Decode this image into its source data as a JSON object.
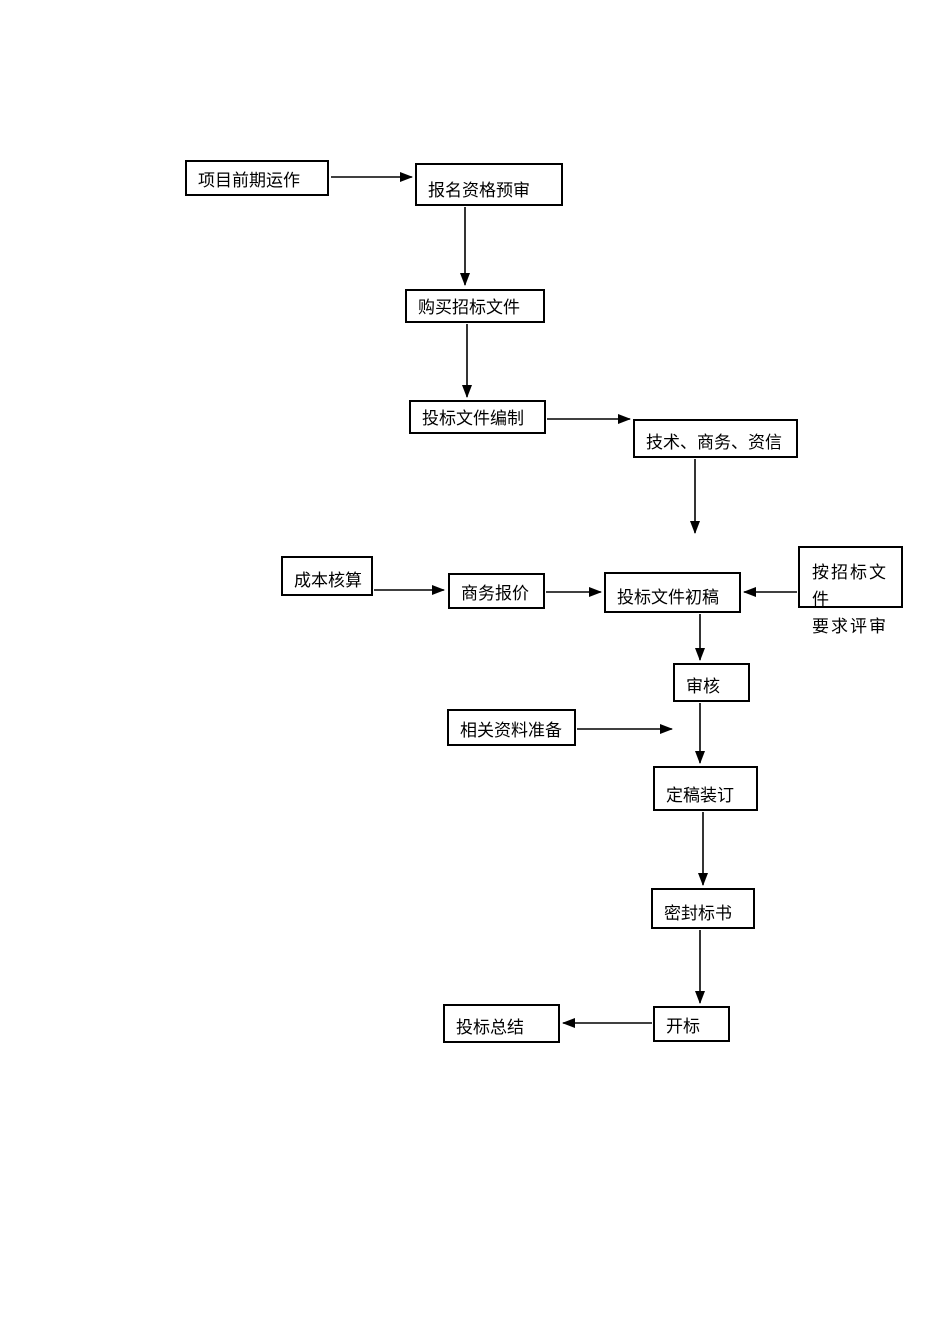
{
  "diagram": {
    "type": "flowchart",
    "background_color": "#ffffff",
    "line_color": "#000000",
    "nodes": [
      {
        "id": "project-preparation",
        "label": "项目前期运作"
      },
      {
        "id": "registration-prequalification",
        "label": "报名资格预审"
      },
      {
        "id": "purchase-tender-documents",
        "label": "购买招标文件"
      },
      {
        "id": "bid-document-preparation",
        "label": "投标文件编制"
      },
      {
        "id": "technical-commercial-credit",
        "label": "技术、商务、资信"
      },
      {
        "id": "cost-accounting",
        "label": "成本核算"
      },
      {
        "id": "commercial-quotation",
        "label": "商务报价"
      },
      {
        "id": "bid-document-draft",
        "label": "投标文件初稿"
      },
      {
        "id": "review-per-tender-requirements",
        "label": "按招标文件\n要求评审"
      },
      {
        "id": "audit",
        "label": "审核"
      },
      {
        "id": "related-materials-preparation",
        "label": "相关资料准备"
      },
      {
        "id": "finalize-and-bind",
        "label": "定稿装订"
      },
      {
        "id": "seal-bid-documents",
        "label": "密封标书"
      },
      {
        "id": "bid-opening",
        "label": "开标"
      },
      {
        "id": "bid-summary",
        "label": "投标总结"
      }
    ],
    "edges": [
      {
        "from": "project-preparation",
        "to": "registration-prequalification"
      },
      {
        "from": "registration-prequalification",
        "to": "purchase-tender-documents"
      },
      {
        "from": "purchase-tender-documents",
        "to": "bid-document-preparation"
      },
      {
        "from": "bid-document-preparation",
        "to": "technical-commercial-credit"
      },
      {
        "from": "technical-commercial-credit",
        "to": "bid-document-draft"
      },
      {
        "from": "cost-accounting",
        "to": "commercial-quotation"
      },
      {
        "from": "commercial-quotation",
        "to": "bid-document-draft"
      },
      {
        "from": "review-per-tender-requirements",
        "to": "bid-document-draft"
      },
      {
        "from": "bid-document-draft",
        "to": "audit"
      },
      {
        "from": "audit",
        "to": "finalize-and-bind"
      },
      {
        "from": "related-materials-preparation",
        "to": "finalize-and-bind"
      },
      {
        "from": "finalize-and-bind",
        "to": "seal-bid-documents"
      },
      {
        "from": "seal-bid-documents",
        "to": "bid-opening"
      },
      {
        "from": "bid-opening",
        "to": "bid-summary"
      }
    ]
  }
}
